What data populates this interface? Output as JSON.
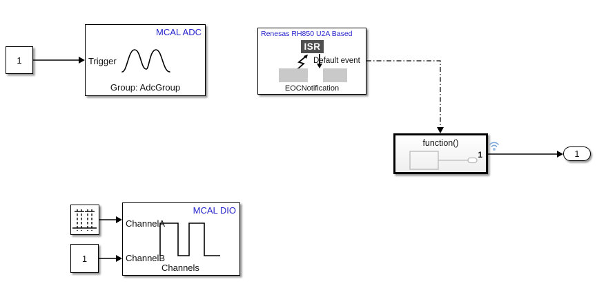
{
  "app": {
    "type": "simulink-model-canvas"
  },
  "colors": {
    "accent_blue": "#2424CC",
    "badge_gray": "#4F4F4F",
    "port_rect_gray": "#C9C9C9",
    "stream_badge_blue": "#7AA6D9",
    "wire_black": "#000000"
  },
  "blocks": {
    "constant1": {
      "value": "1"
    },
    "mcal_adc": {
      "title": "MCAL ADC",
      "input_port": "Trigger",
      "caption": "Group: AdcGroup",
      "icon": "sine-wave-icon"
    },
    "isr_handler": {
      "header": "Renesas RH850 U2A Based",
      "badge": "ISR",
      "output_port": "Default event",
      "caption": "EOCNotification",
      "icons": [
        "lightning-icon",
        "down-arrow-icon"
      ]
    },
    "function_call_subsystem": {
      "title": "function()",
      "output_port": "1",
      "badge_icon": "wifi-streaming-icon",
      "icon": "subsystem-contents-icon"
    },
    "outport1": {
      "value": "1"
    },
    "digital_pattern": {
      "icon": "digital-pattern-icon"
    },
    "constant2": {
      "value": "1"
    },
    "mcal_dio": {
      "title": "MCAL DIO",
      "input_port_a": "ChannelA",
      "input_port_b": "ChannelB",
      "caption": "Channels",
      "icon": "square-wave-icon"
    }
  }
}
